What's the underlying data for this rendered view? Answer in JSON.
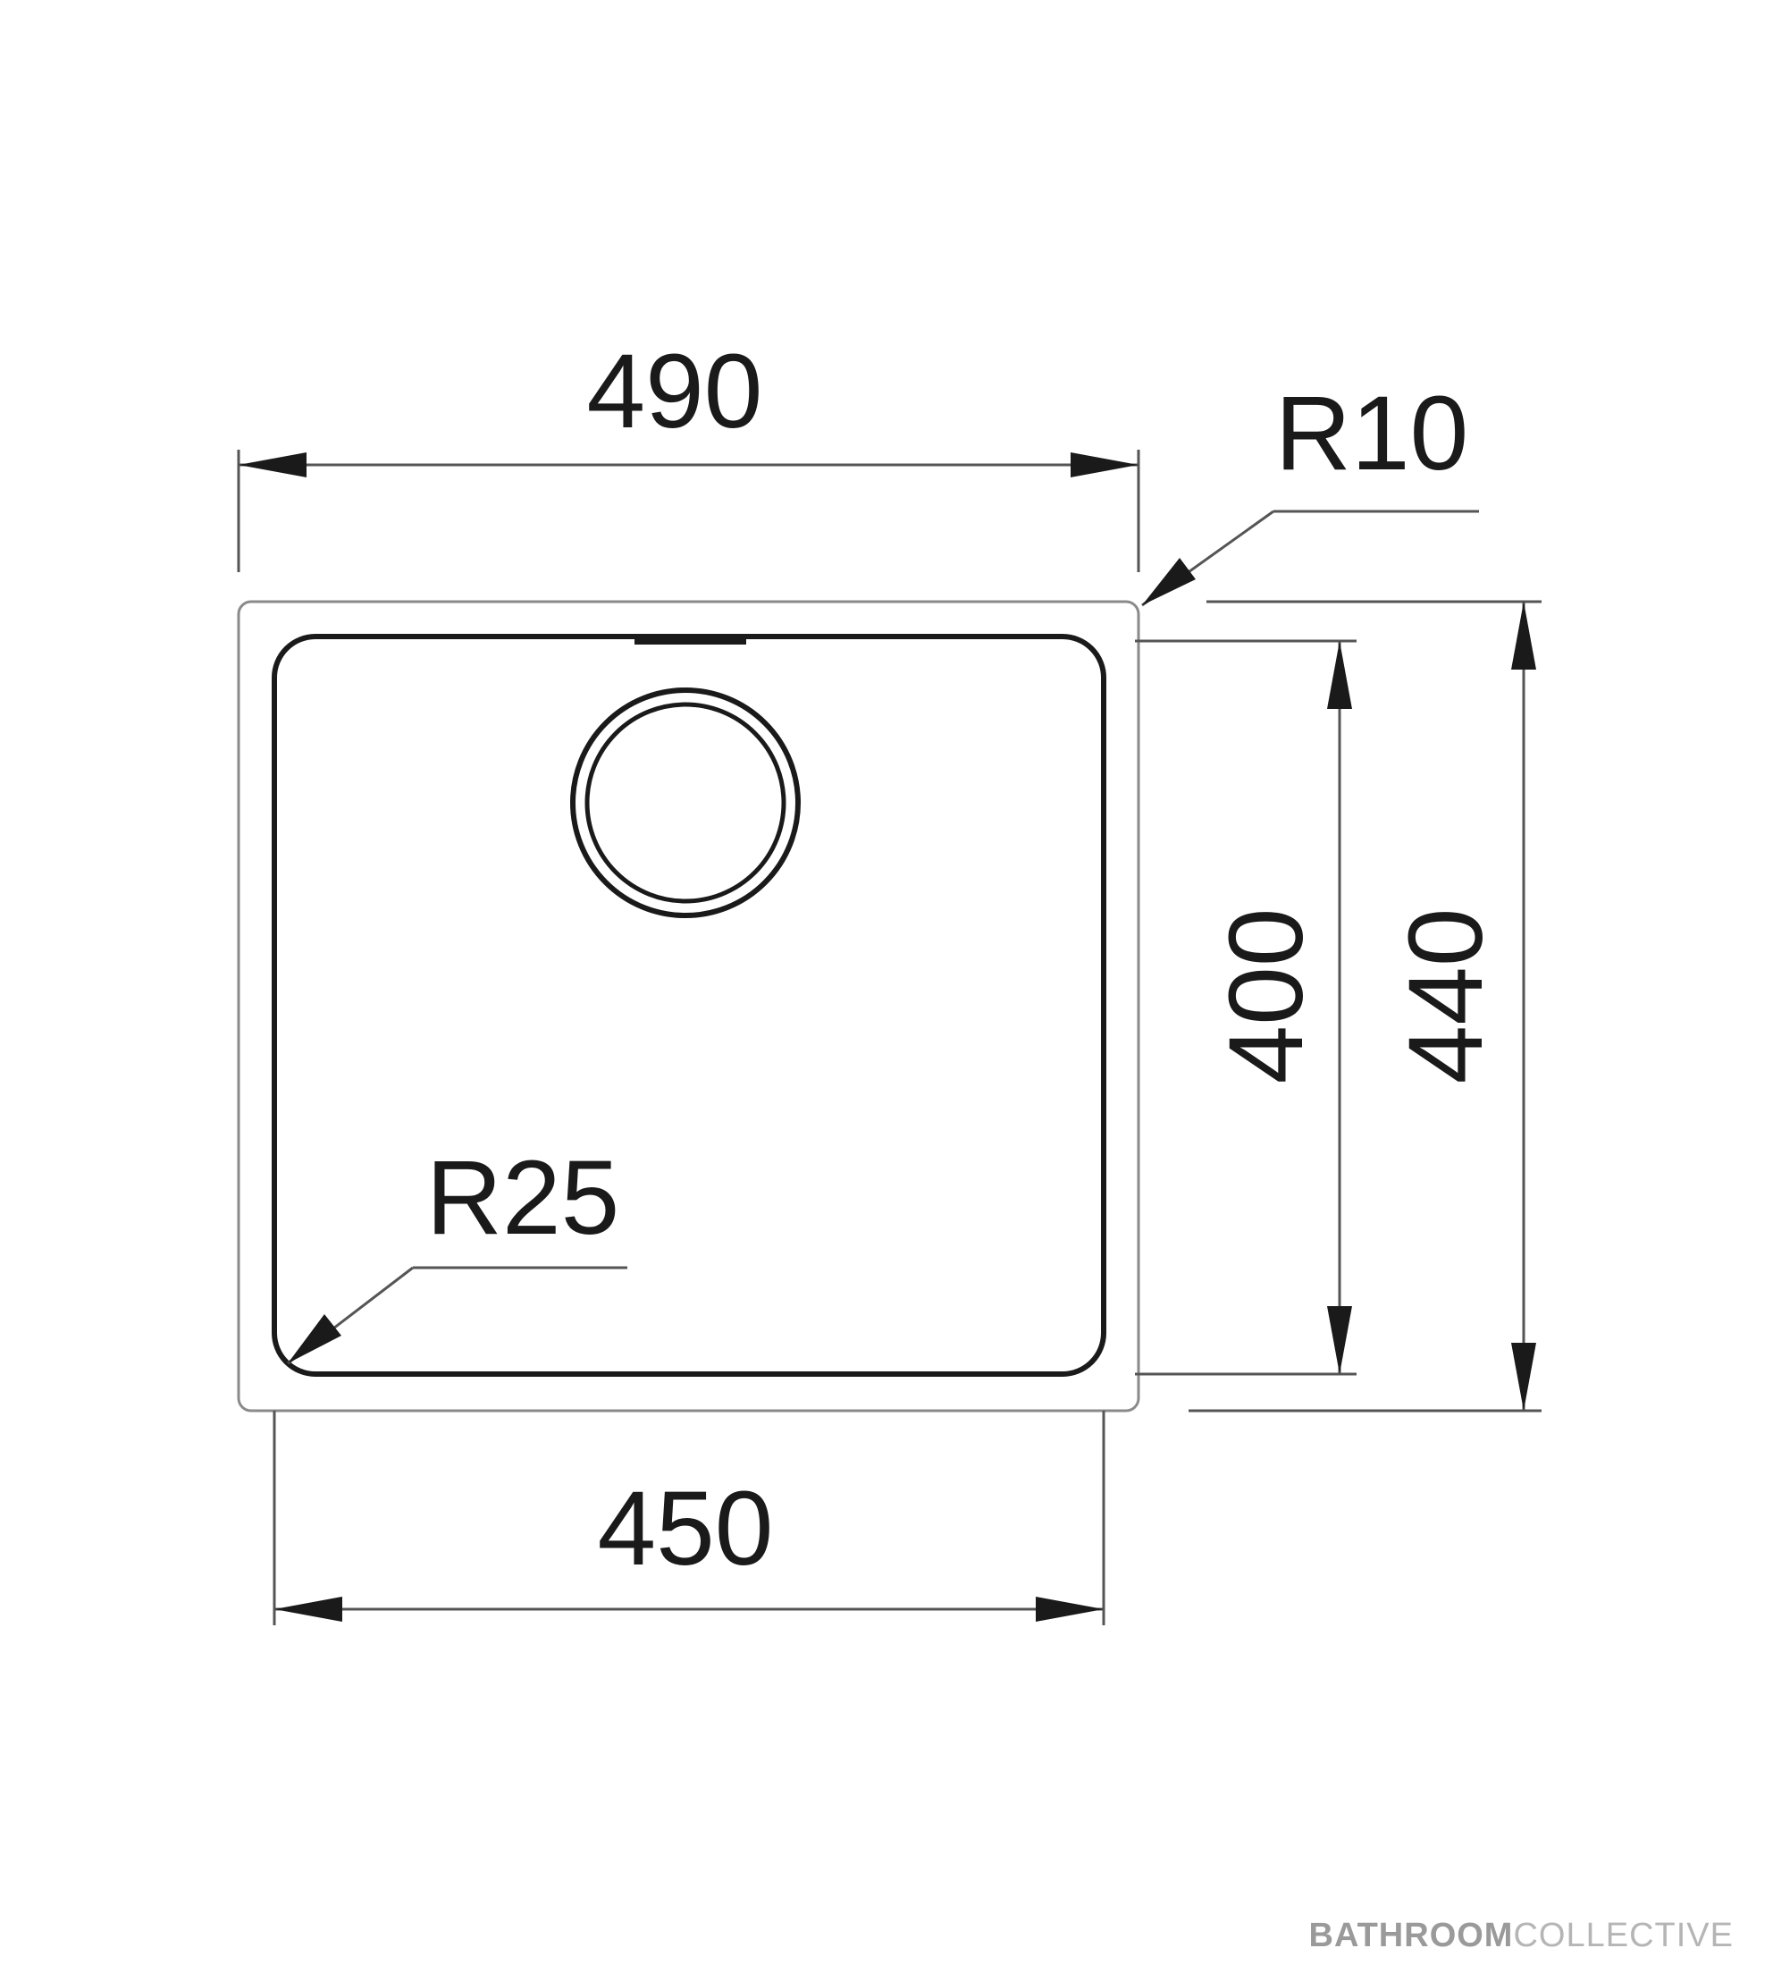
{
  "dimensions": {
    "overall_width": "490",
    "overall_depth": "440",
    "bowl_width": "450",
    "bowl_depth": "400",
    "outer_corner_radius": "R10",
    "bowl_corner_radius": "R25"
  },
  "brand": {
    "part1": "BATHROOM",
    "part2": "COLLECTIVE"
  },
  "colors": {
    "line": "#1a1a1a",
    "thin_line": "#555555",
    "outer_edge": "#8a8a8a",
    "brand_strong": "#9a9a9a",
    "brand_light": "#b5b5b5"
  }
}
